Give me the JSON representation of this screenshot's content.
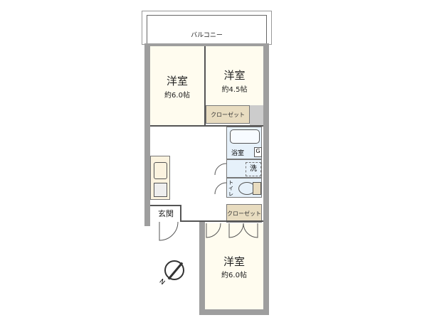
{
  "floorplan": {
    "balcony": {
      "label": "バルコニー"
    },
    "rooms": [
      {
        "name": "洋室",
        "size": "約6.0帖",
        "position": "top-left"
      },
      {
        "name": "洋室",
        "size": "約4.5帖",
        "position": "top-right"
      },
      {
        "name": "洋室",
        "size": "約6.0帖",
        "position": "bottom"
      }
    ],
    "closets": [
      {
        "label": "クローゼット",
        "position": "upper"
      },
      {
        "label": "クローゼット",
        "position": "lower"
      }
    ],
    "bath": {
      "label": "浴室",
      "gas": "G"
    },
    "washroom": {
      "label": "洗"
    },
    "toilet": {
      "label": "トイレ"
    },
    "entrance": {
      "label": "玄関"
    },
    "compass": {
      "north_label": "N"
    },
    "colors": {
      "room_fill": "#fffcef",
      "closet_fill": "#e8dcc0",
      "wet_fill": "#e6f1fa",
      "wall": "#9e9e9e"
    }
  }
}
